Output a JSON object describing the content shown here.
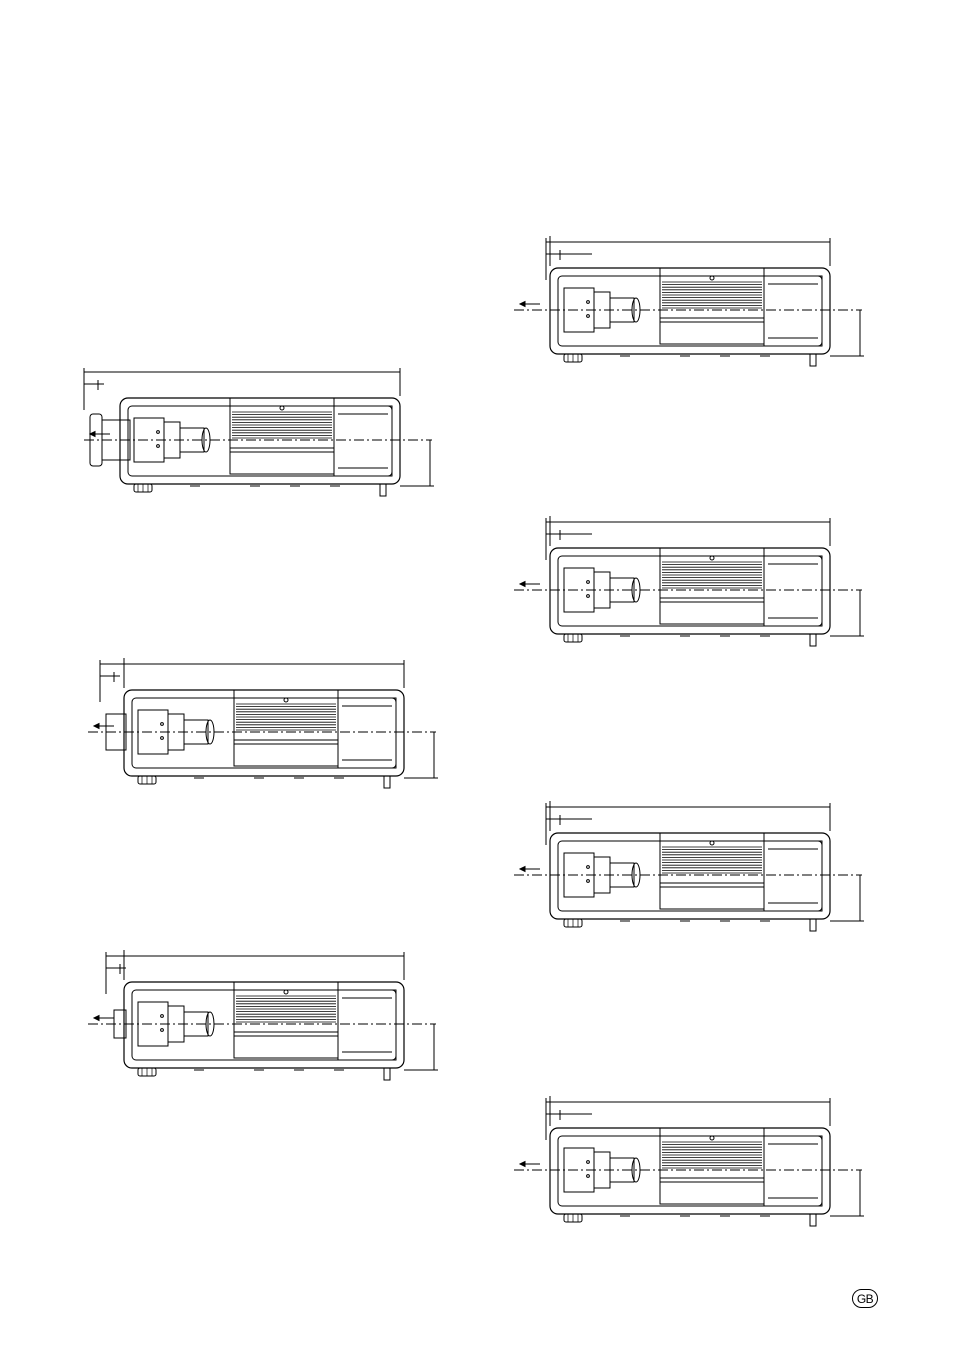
{
  "page": {
    "region_badge": "GB"
  },
  "drawings": [
    {
      "name": "projector-drawing-long-lens-left",
      "lens": "long"
    },
    {
      "name": "projector-drawing-medium-lens-left",
      "lens": "medium"
    },
    {
      "name": "projector-drawing-short-lens-left",
      "lens": "short"
    },
    {
      "name": "projector-drawing-lens-right-1",
      "lens": "compact"
    },
    {
      "name": "projector-drawing-lens-right-2",
      "lens": "compact"
    },
    {
      "name": "projector-drawing-lens-right-3",
      "lens": "compact"
    },
    {
      "name": "projector-drawing-lens-right-4",
      "lens": "compact"
    }
  ]
}
